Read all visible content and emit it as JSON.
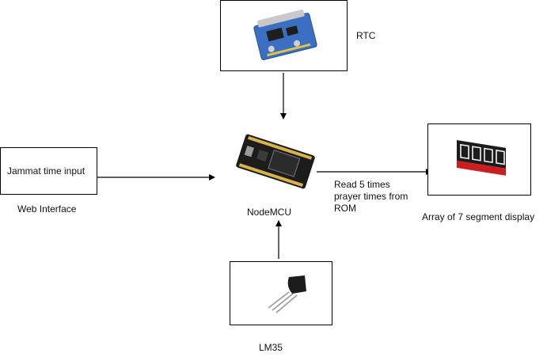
{
  "rtc": {
    "label": "RTC"
  },
  "nodemcu": {
    "label": "NodeMCU"
  },
  "web": {
    "input_text": "Jammat time input",
    "caption": "Web Interface"
  },
  "display": {
    "caption": "Array of 7 segment display"
  },
  "lm35": {
    "label": "LM35"
  },
  "edge_label": [
    "Read 5 times",
    "prayer times from",
    "ROM"
  ],
  "colors": {
    "rtc_board": "#3a6fc4",
    "nodemcu_board": "#1c1c1c",
    "segment_red": "#cc1e1e"
  }
}
